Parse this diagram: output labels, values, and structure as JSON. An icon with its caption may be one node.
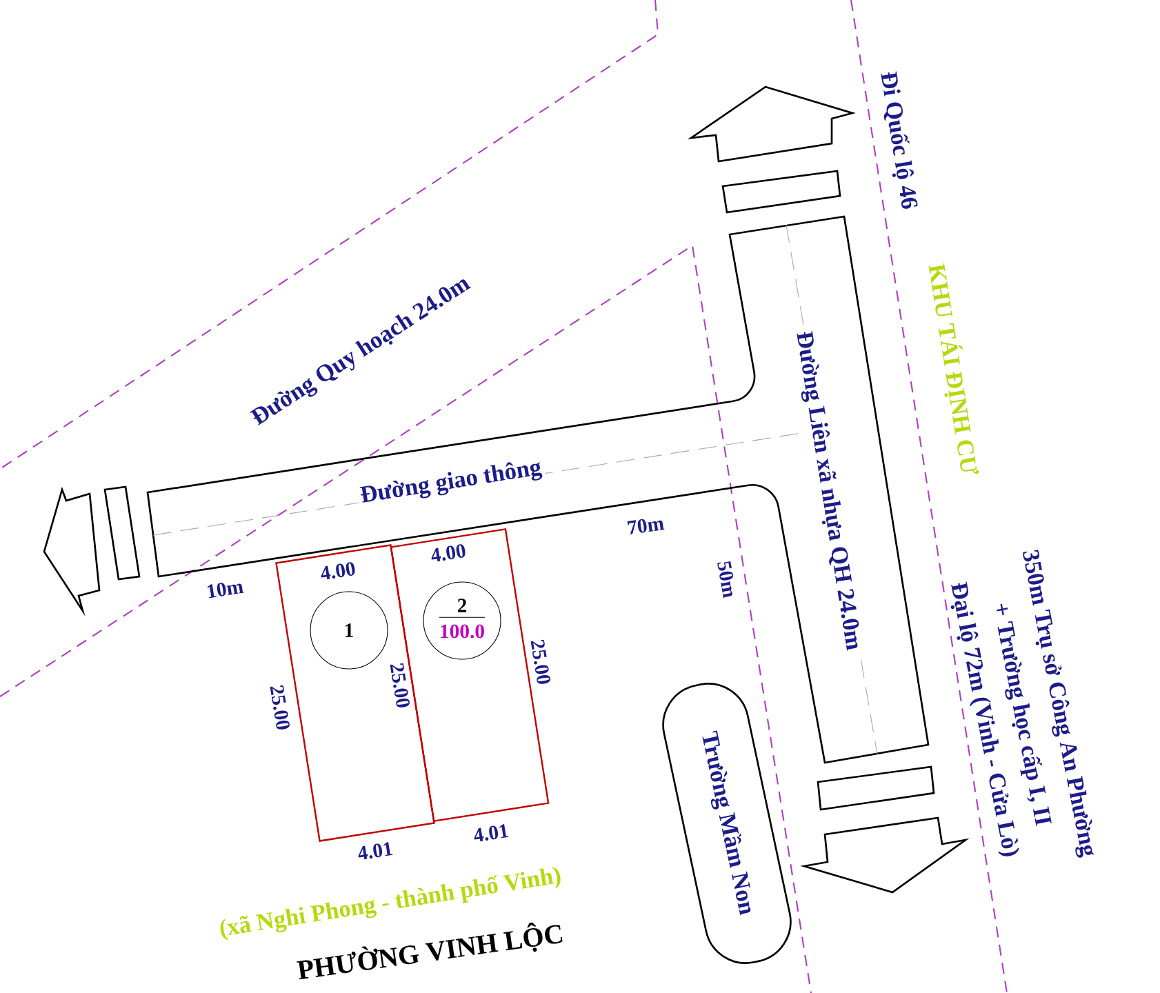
{
  "diagram": {
    "nodes": [
      {
        "text": [],
        "shape": "box"
      },
      {
        "text": [],
        "shape": "box"
      },
      {
        "text": [
          "1"
        ],
        "in": 0
      },
      {
        "text": [
          "2",
          "100.0"
        ],
        "in": 1
      },
      {
        "text": [
          "Trường Mầm Non"
        ]
      }
    ],
    "labels": [
      "Đường Quy hoạch 24.0m",
      "Đi Quốc lộ 46",
      "KHU TÁI ĐỊNH CƯ",
      "Đường Liên xã nhựa QH 24.0m",
      "Đường giao thông",
      "350m Trụ sở Công An Phường",
      "+ Trường học cấp I, II",
      "Đại lộ 72m (Vinh - Cửa Lò)",
      "70m",
      "10m",
      "4.00",
      "4.00",
      "50m",
      "25.00",
      "25.00",
      "25.00",
      "4.01",
      "4.01",
      "(xã Nghi Phong - thành phố Vinh)",
      "PHƯỜNG VINH LỘC"
    ]
  }
}
